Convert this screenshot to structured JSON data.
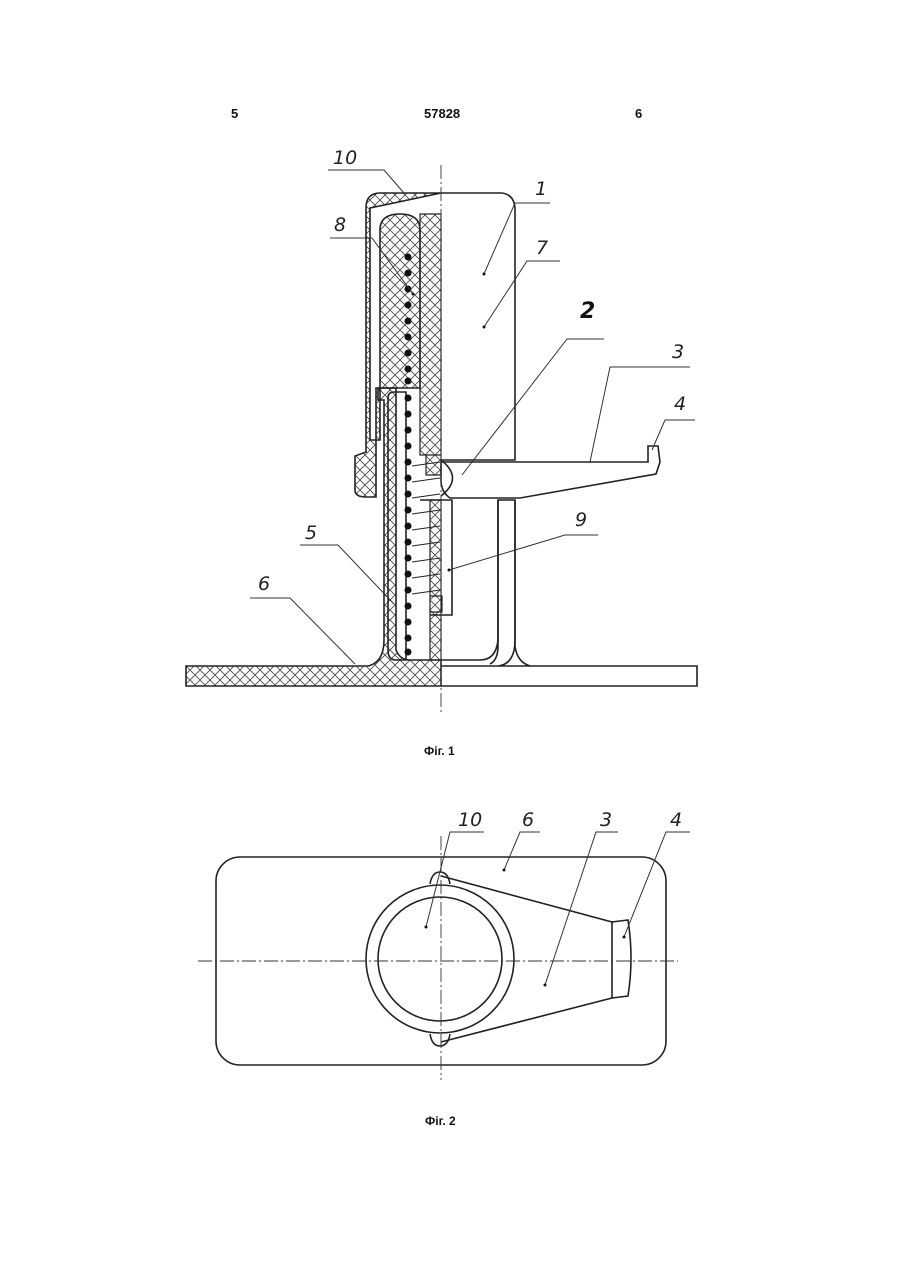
{
  "header": {
    "left_page": "5",
    "patent_number": "57828",
    "right_page": "6"
  },
  "figure1": {
    "caption": "Фіг. 1",
    "labels": {
      "l1": "1",
      "l2": "2",
      "l3": "3",
      "l4": "4",
      "l5": "5",
      "l6": "6",
      "l7": "7",
      "l8": "8",
      "l9": "9",
      "l10": "10"
    }
  },
  "figure2": {
    "caption": "Фіг. 2",
    "labels": {
      "l10": "10",
      "l6": "6",
      "l3": "3",
      "l4": "4"
    }
  }
}
